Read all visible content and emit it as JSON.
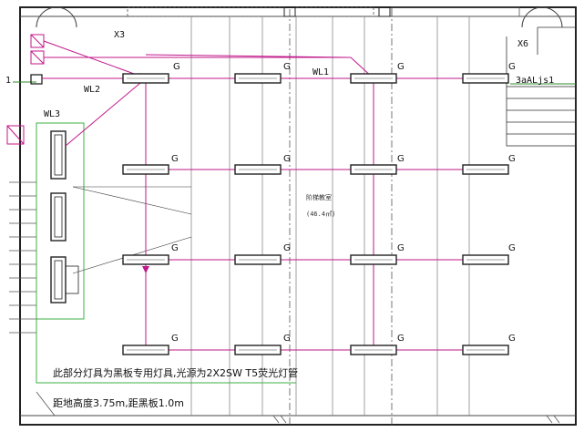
{
  "labels": {
    "x3": "X3",
    "x6": "X6",
    "wl1": "WL1",
    "wl2": "WL2",
    "wl3": "WL3",
    "panel": "3aALjs1",
    "axis": "1",
    "room_name": "阶梯教室",
    "room_area": "(46.4㎡)"
  },
  "luminaire": {
    "symbol": "G",
    "rows": 4,
    "cols": 4
  },
  "notes": {
    "line1": "此部分灯具为黑板专用灯具,光源为2X2SW T5荧光灯管",
    "line2": "距地高度3.75m,距黑板1.0m"
  },
  "colors": {
    "wire": "#c0178a",
    "zone": "#3cb043",
    "axis": "#2a8c2a",
    "wall": "#222222",
    "grid": "#8a8a8a"
  }
}
